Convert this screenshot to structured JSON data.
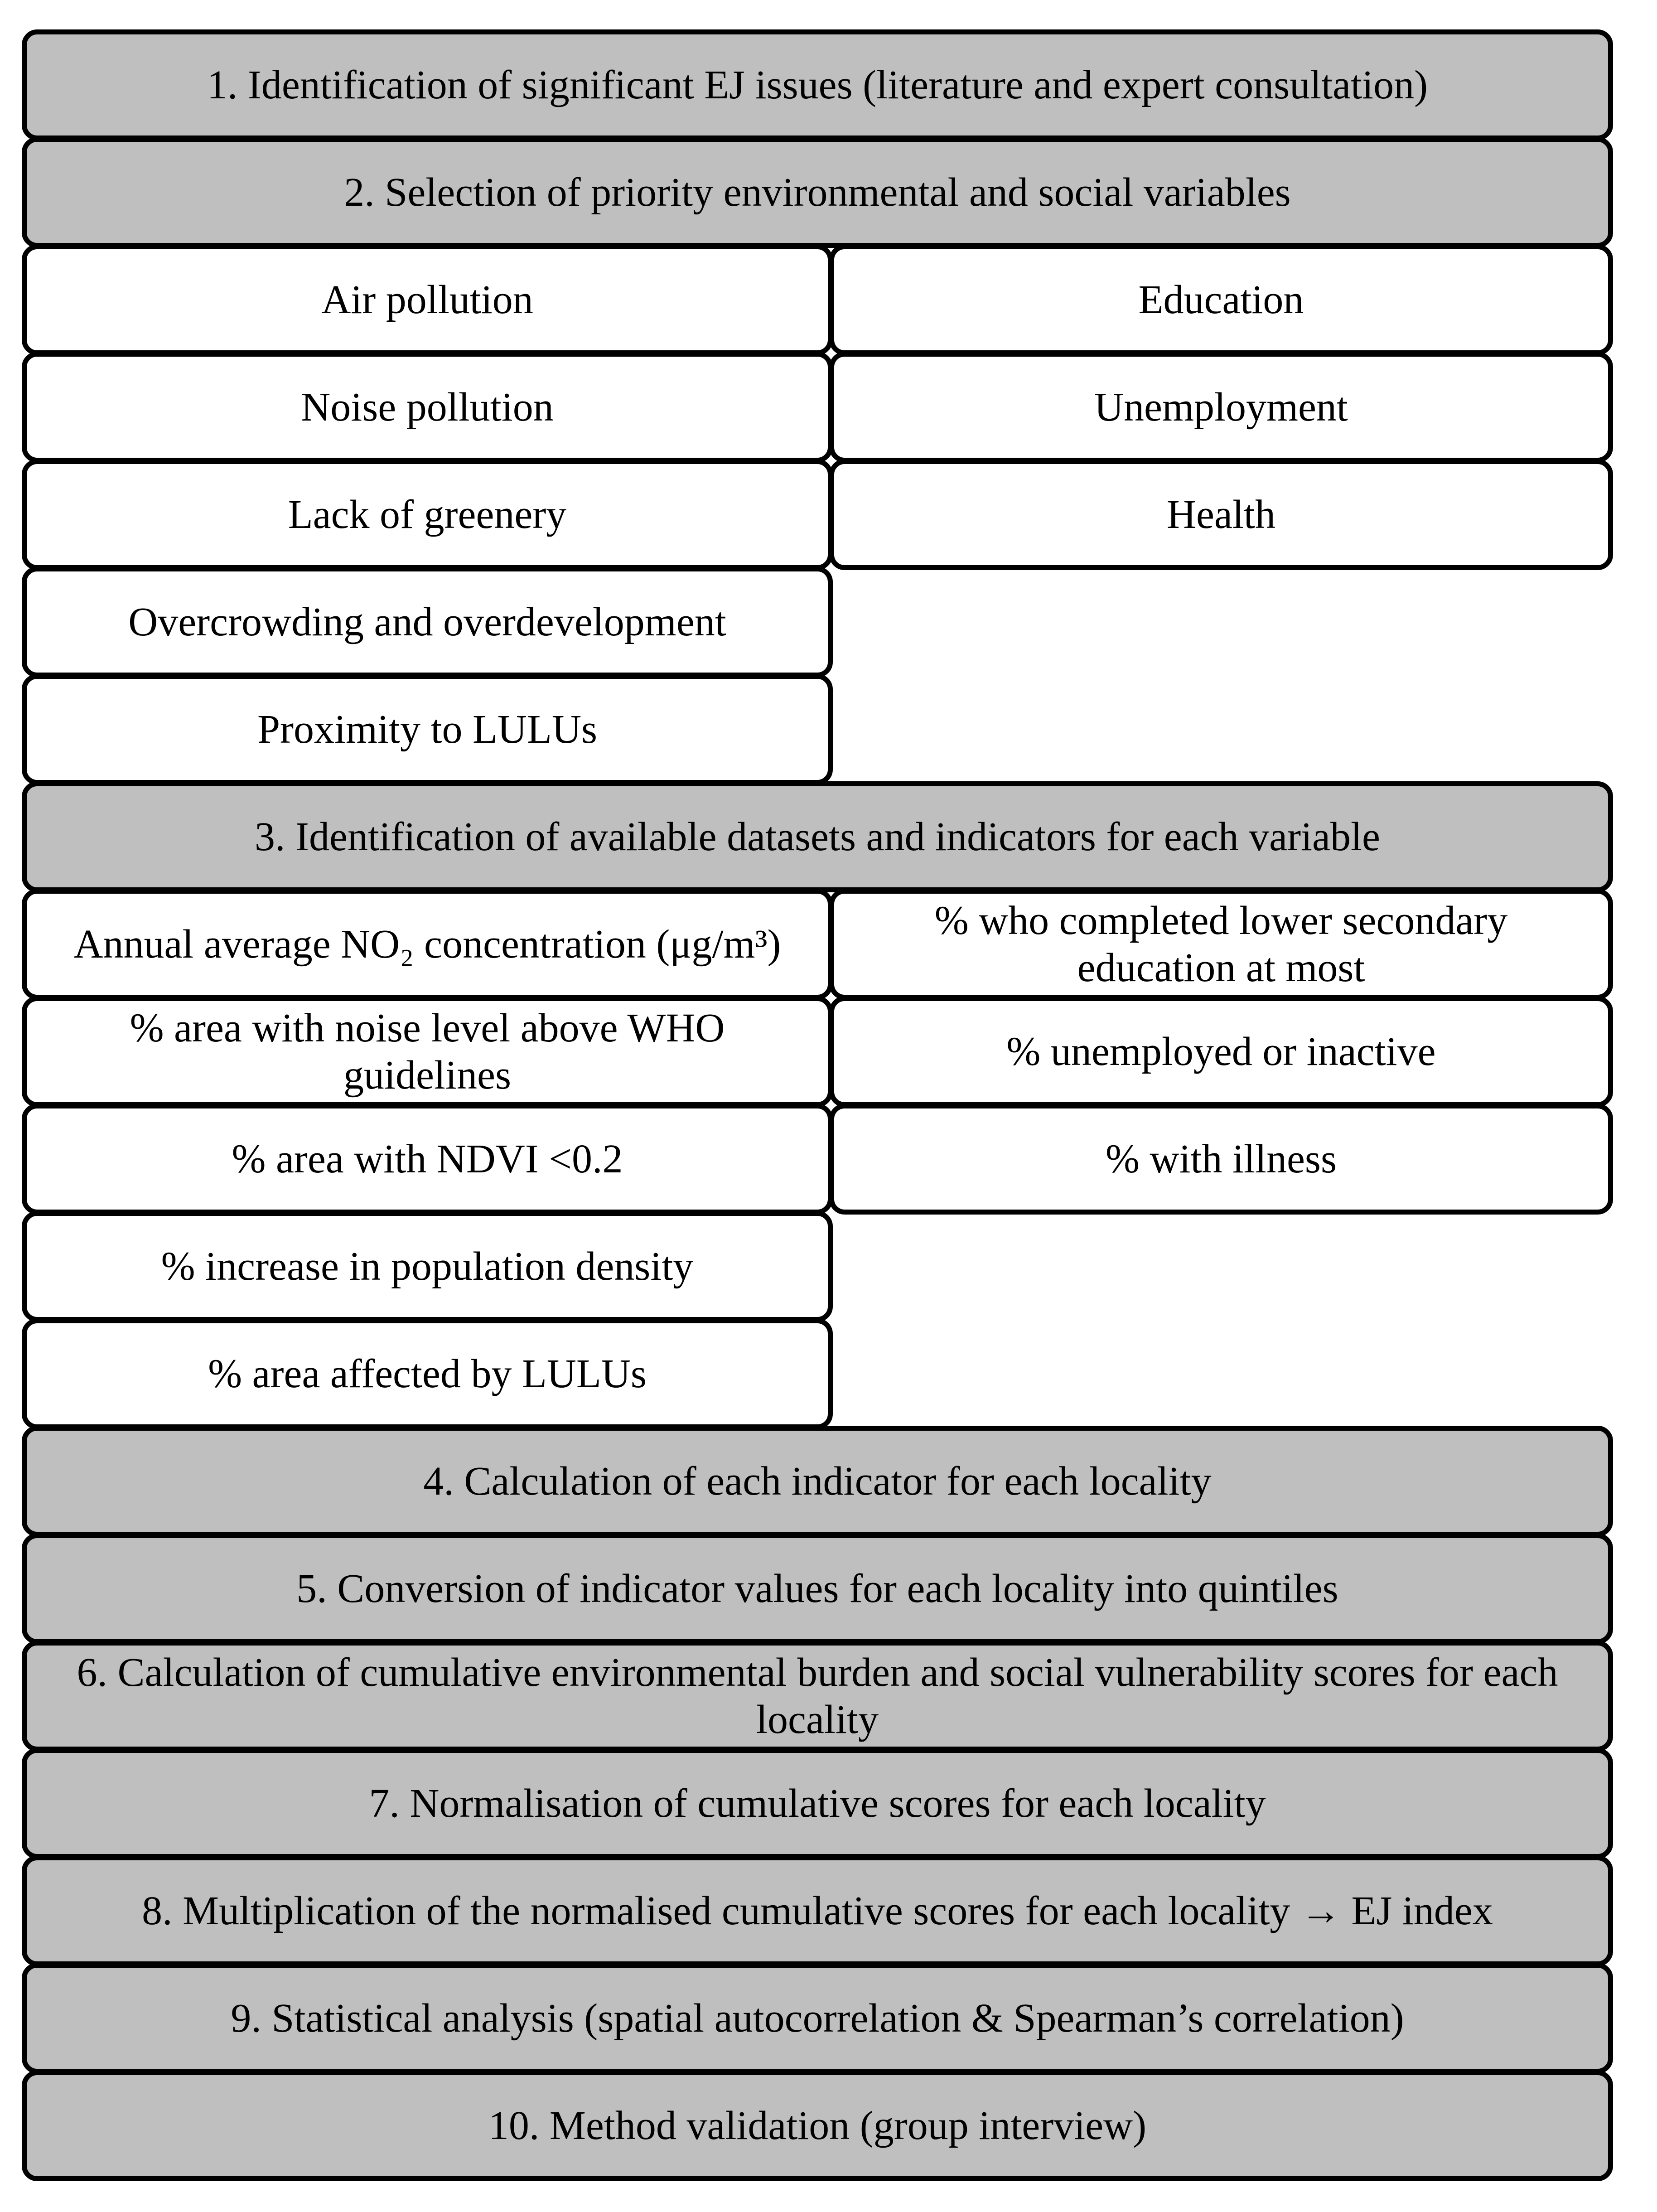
{
  "figure": {
    "colors": {
      "step_fill": "#bfbfbf",
      "variable_fill": "#ffffff",
      "border": "#000000"
    },
    "rows": [
      {
        "type": "step",
        "label": "1. Identification of significant EJ issues (literature and expert consultation)"
      },
      {
        "type": "step",
        "label": "2. Selection of priority environmental and social variables"
      },
      {
        "type": "pair",
        "left": "Air pollution",
        "right": "Education"
      },
      {
        "type": "pair",
        "left": "Noise pollution",
        "right": "Unemployment"
      },
      {
        "type": "pair",
        "left": "Lack of greenery",
        "right": "Health"
      },
      {
        "type": "left-only",
        "left": "Overcrowding and overdevelopment"
      },
      {
        "type": "left-only",
        "left": "Proximity to LULUs"
      },
      {
        "type": "step",
        "label": "3. Identification of available datasets and indicators for each variable"
      },
      {
        "type": "pair",
        "left": "Annual average NO₂ concentration (μg/m³)",
        "right": "% who completed lower secondary education at most"
      },
      {
        "type": "pair",
        "left": "% area with noise level above WHO guidelines",
        "right": "% unemployed or inactive"
      },
      {
        "type": "pair",
        "left": "% area with NDVI <0.2",
        "right": "% with illness"
      },
      {
        "type": "left-only",
        "left": "% increase in population density"
      },
      {
        "type": "left-only",
        "left": "% area affected by LULUs"
      },
      {
        "type": "step",
        "label": "4. Calculation of each indicator for each locality"
      },
      {
        "type": "step",
        "label": "5. Conversion of indicator values for each locality into quintiles"
      },
      {
        "type": "step",
        "label": "6. Calculation of cumulative environmental burden and social vulnerability scores for each locality"
      },
      {
        "type": "step",
        "label": "7. Normalisation of cumulative scores for each locality"
      },
      {
        "type": "step",
        "label": "8. Multiplication of the normalised cumulative scores for each locality → EJ index"
      },
      {
        "type": "step",
        "label": "9. Statistical analysis (spatial autocorrelation & Spearman’s correlation)"
      },
      {
        "type": "step",
        "label": "10. Method validation (group interview)"
      }
    ]
  }
}
